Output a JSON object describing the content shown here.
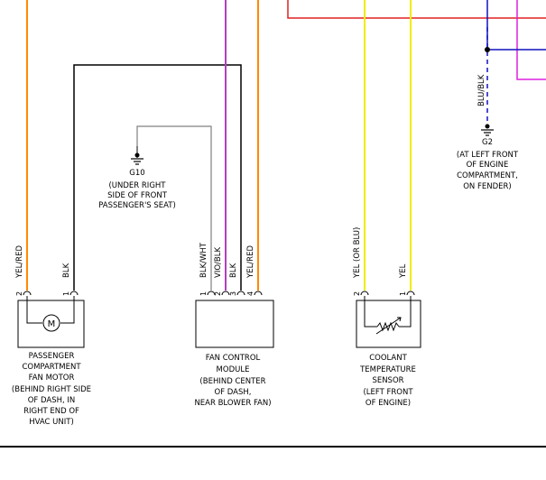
{
  "colors": {
    "orange": "#ff8a00",
    "violet": "#b040c0",
    "magenta": "#dd22dd",
    "yellow": "#f2ec00",
    "red": "#e02020",
    "blue": "#1010c0",
    "black": "#000000",
    "gray": "#808080"
  },
  "wires": {
    "yel_red_left": "YEL/RED",
    "blk_left": "BLK",
    "blk_wht": "BLK/WHT",
    "vio_blk": "VIO/BLK",
    "blk_mid": "BLK",
    "yel_red_mid": "YEL/RED",
    "yel_or_blu": "YEL  (OR BLU)",
    "yel_right": "YEL",
    "blu_blk": "BLU/BLK"
  },
  "pins": {
    "motor": [
      "2",
      "1"
    ],
    "module": [
      "1",
      "2",
      "3",
      "4"
    ],
    "sensor": [
      "2",
      "1"
    ]
  },
  "ground_g10": {
    "id": "G10",
    "lines": [
      "(UNDER RIGHT",
      "SIDE OF FRONT",
      "PASSENGER'S SEAT)"
    ]
  },
  "ground_g2": {
    "id": "G2",
    "lines": [
      "(AT LEFT FRONT",
      "OF ENGINE",
      "COMPARTMENT,",
      "ON FENDER)"
    ]
  },
  "components": {
    "motor": {
      "symbol": "M",
      "lines": [
        "PASSENGER",
        "COMPARTMENT",
        "FAN MOTOR",
        "(BEHIND RIGHT SIDE",
        "OF DASH, IN",
        "RIGHT END OF",
        "HVAC UNIT)"
      ]
    },
    "module": {
      "lines": [
        "FAN CONTROL",
        "MODULE",
        "(BEHIND CENTER",
        "OF DASH,",
        "NEAR BLOWER FAN)"
      ]
    },
    "sensor": {
      "lines": [
        "COOLANT",
        "TEMPERATURE",
        "SENSOR",
        "(LEFT FRONT",
        "OF ENGINE)"
      ]
    }
  }
}
